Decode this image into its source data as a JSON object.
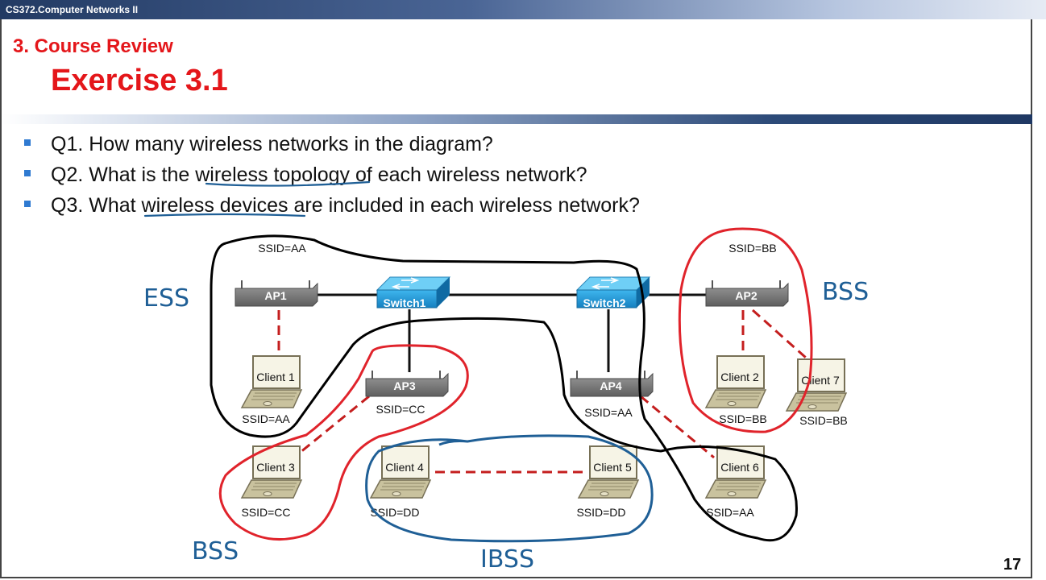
{
  "header": {
    "course": "CS372.Computer Networks II"
  },
  "slide": {
    "section": "3. Course Review",
    "title": "Exercise 3.1",
    "page_number": "17",
    "questions": [
      "Q1. How many wireless networks in the diagram?",
      "Q2. What is the wireless topology of each wireless network?",
      "Q3. What wireless devices are included in each wireless network?"
    ]
  },
  "diagram": {
    "switches": {
      "switch1": "Switch1",
      "switch2": "Switch2"
    },
    "aps": {
      "ap1": "AP1",
      "ap2": "AP2",
      "ap3": "AP3",
      "ap4": "AP4"
    },
    "ssid_labels": {
      "ap1": "SSID=AA",
      "ap2": "SSID=BB",
      "ap3": "SSID=CC",
      "ap4": "SSID=AA",
      "client1": "SSID=AA",
      "client2": "SSID=BB",
      "client3": "SSID=CC",
      "client4": "SSID=DD",
      "client5": "SSID=DD",
      "client6": "SSID=AA",
      "client7": "SSID=BB"
    },
    "clients": {
      "client1": "Client 1",
      "client2": "Client 2",
      "client3": "Client 3",
      "client4": "Client 4",
      "client5": "Client 5",
      "client6": "Client 6",
      "client7": "Client 7"
    },
    "annotations": {
      "ess": "ESS",
      "bss_left": "BSS",
      "bss_right": "BSS",
      "ibss": "IBSS"
    }
  },
  "colors": {
    "title_red": "#e4161a",
    "wired_link": "#111111",
    "wireless_link": "#c41e1e",
    "ink_black": "#000000",
    "ink_red": "#e0232b",
    "ink_blue": "#1f5f96",
    "switch_blue": "#1e9bd8",
    "ap_gray": "#8a8a8a",
    "bullet_blue": "#2f7ad1"
  }
}
